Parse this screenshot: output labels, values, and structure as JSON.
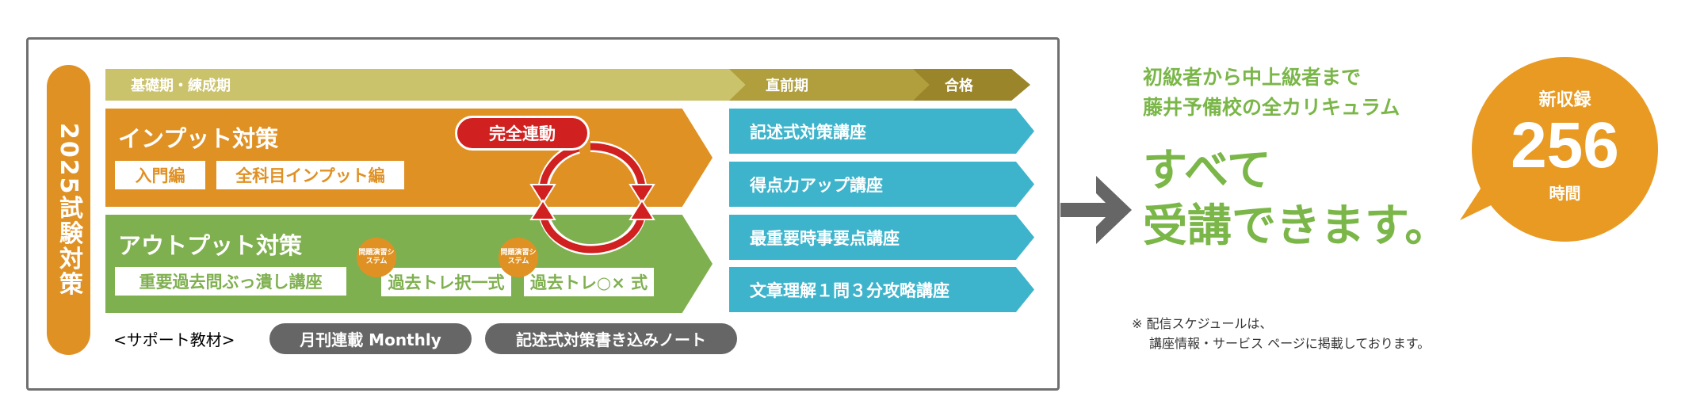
{
  "side_label": "2025試験対策",
  "phases": [
    "基礎期・練成期",
    "直前期",
    "合格"
  ],
  "input": {
    "title": "インプット対策",
    "tags": [
      "入門編",
      "全科目インプット編"
    ]
  },
  "sync_label": "完全連動",
  "output": {
    "title": "アウトプット対策",
    "tags": [
      "重要過去問ぶっ潰し講座",
      "過去トレ択一式",
      "過去トレ○× 式"
    ],
    "badge": "問題演習システム"
  },
  "courses": [
    "記述式対策講座",
    "得点力アップ講座",
    "最重要時事要点講座",
    "文章理解１問３分攻略講座"
  ],
  "support": {
    "label": "<サポート教材>",
    "items": [
      "月刊連載 Monthly",
      "記述式対策書き込みノート"
    ]
  },
  "headline": {
    "line1": "初級者から中上級者まで",
    "line2": "藤井予備校の全カリキュラム",
    "big1": "すべて",
    "big2": "受講できます。"
  },
  "badge": {
    "top": "新収録",
    "number": "256",
    "unit": "時間"
  },
  "note": {
    "line1": "※ 配信スケジュールは、",
    "line2": "講座情報・サービス ページに掲載しております。"
  },
  "colors": {
    "orange": "#e09124",
    "green": "#7fb04f",
    "teal": "#3eb4cc",
    "red": "#d0201f"
  }
}
